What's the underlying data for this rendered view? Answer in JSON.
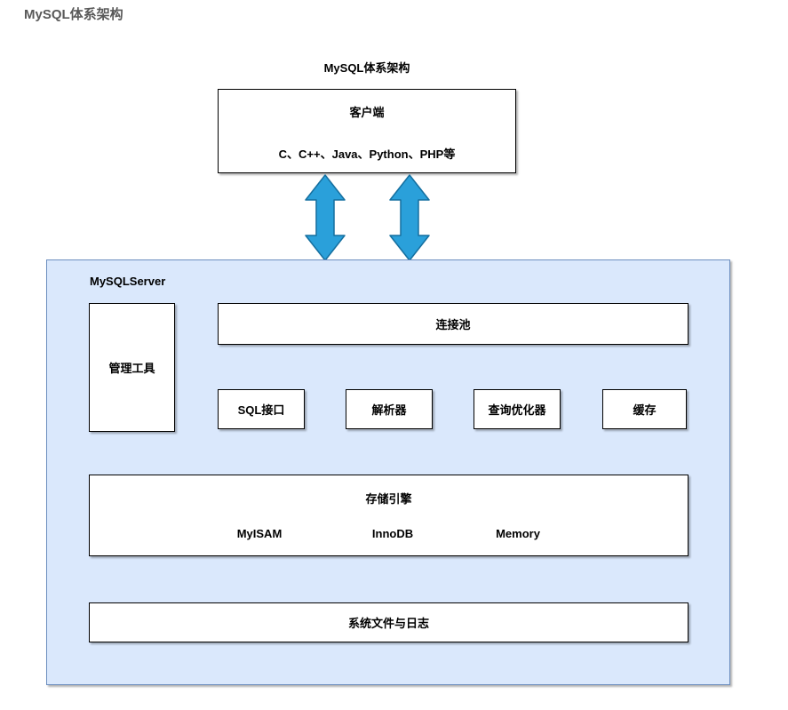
{
  "page": {
    "title": "MySQL体系架构"
  },
  "diagram": {
    "title": "MySQL体系架构",
    "client": {
      "name": "客户端",
      "langs": "C、C++、Java、Python、PHP等"
    },
    "server": {
      "label": "MySQLServer",
      "management_tools": "管理工具",
      "connection_pool": "连接池",
      "components": [
        "SQL接口",
        "解析器",
        "查询优化器",
        "缓存"
      ],
      "storage_engine": {
        "title": "存储引擎",
        "engines": [
          "MyISAM",
          "InnoDB",
          "Memory"
        ]
      },
      "system_files": "系统文件与日志"
    },
    "colors": {
      "server_bg": "#dae8fc",
      "server_border": "#6c8ebf",
      "box_border": "#000000",
      "arrow_fill": "#2aa0da",
      "arrow_stroke": "#156f9f",
      "page_title_color": "#595959"
    }
  }
}
